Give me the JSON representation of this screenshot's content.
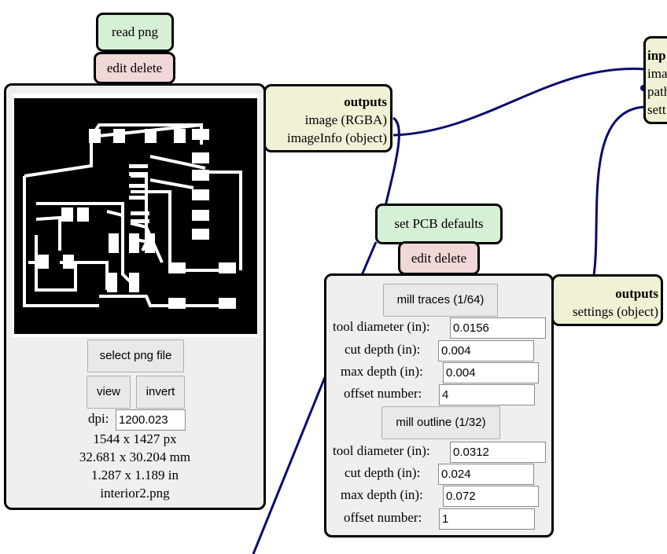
{
  "read_png_module": {
    "title": "read png",
    "actions": "edit delete",
    "select_button": "select png file",
    "view_button": "view",
    "invert_button": "invert",
    "dpi_label": "dpi:",
    "dpi_value": "1200.023",
    "size_px": "1544 x 1427 px",
    "size_mm": "32.681 x 30.204 mm",
    "size_in": "1.287 x 1.189 in",
    "filename": "interior2.png",
    "outputs": {
      "title": "outputs",
      "items": [
        "image (RGBA)",
        "imageInfo (object)"
      ]
    }
  },
  "pcb_defaults_module": {
    "title": "set PCB defaults",
    "actions": "edit delete",
    "traces": {
      "button": "mill traces (1/64)",
      "fields": [
        {
          "label": "tool diameter (in):",
          "value": "0.0156"
        },
        {
          "label": "cut depth (in):",
          "value": "0.004"
        },
        {
          "label": "max depth (in):",
          "value": "0.004"
        },
        {
          "label": "offset number:",
          "value": "4"
        }
      ]
    },
    "outline": {
      "button": "mill outline (1/32)",
      "fields": [
        {
          "label": "tool diameter (in):",
          "value": "0.0312"
        },
        {
          "label": "cut depth (in):",
          "value": "0.024"
        },
        {
          "label": "max depth (in):",
          "value": "0.072"
        },
        {
          "label": "offset number:",
          "value": "1"
        }
      ]
    },
    "outputs": {
      "title": "outputs",
      "items": [
        "settings (object)"
      ]
    }
  },
  "right_module_partial": {
    "title": "inp",
    "items": [
      "ima",
      "path",
      "sett"
    ]
  },
  "colors": {
    "wire": "#0a0a6e",
    "title_green": "#d6f0d6",
    "action_pink": "#f0d8d8",
    "panel_gray": "#efefef",
    "output_yellow": "#f1f1d6"
  }
}
